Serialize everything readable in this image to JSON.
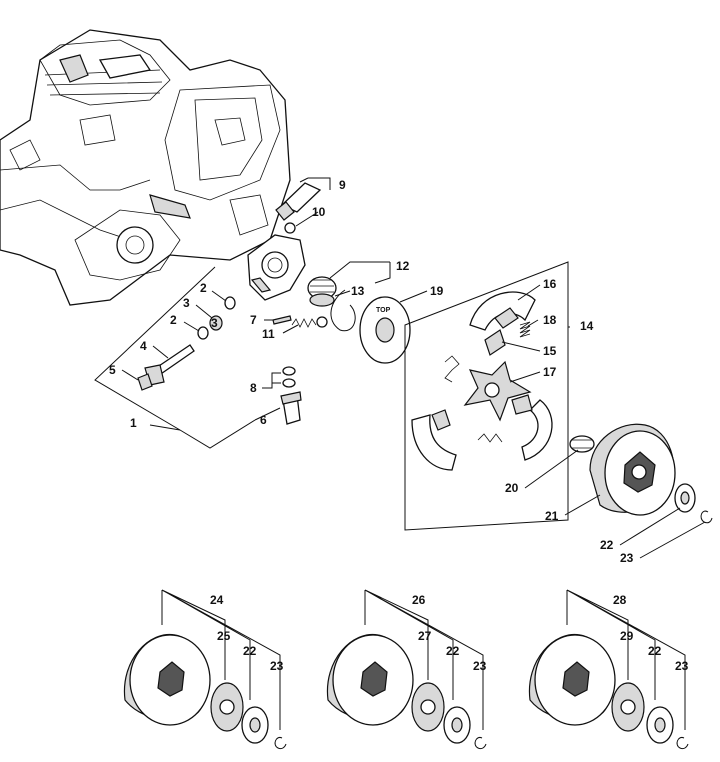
{
  "callouts": {
    "n1": "1",
    "n2": "2",
    "n3": "3",
    "n4": "4",
    "n5": "5",
    "n6": "6",
    "n7": "7",
    "n8": "8",
    "n9": "9",
    "n10": "10",
    "n11": "11",
    "n12": "12",
    "n13": "13",
    "n14": "14",
    "n15": "15",
    "n16": "16",
    "n17": "17",
    "n18": "18",
    "n19": "19",
    "n20": "20",
    "n21": "21",
    "n22": "22",
    "n23": "23",
    "n24": "24",
    "n25": "25",
    "n26": "26",
    "n27": "27",
    "n28": "28",
    "n29": "29"
  },
  "stamp": {
    "top": "TOP"
  },
  "colors": {
    "ink": "#111111",
    "shade": "#d9d9d9",
    "dark": "#555555",
    "paper": "#ffffff"
  }
}
